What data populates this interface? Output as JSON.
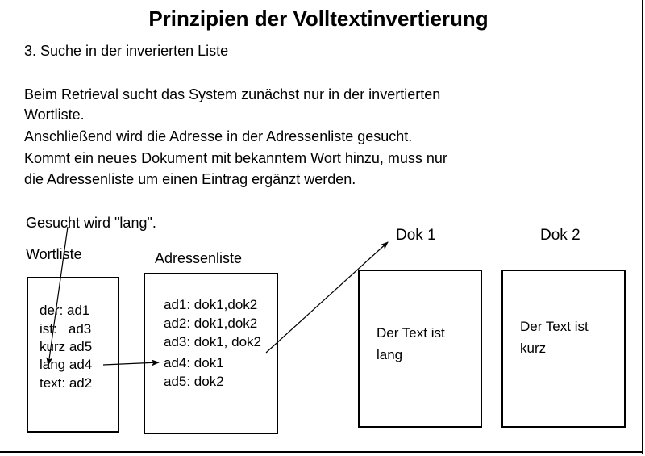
{
  "slide": {
    "title": "Prinzipien der Volltextinvertierung",
    "section_heading": "3. Suche in der inverierten Liste",
    "paragraph_lines": [
      "Beim Retrieval sucht das System zunächst nur in der invertierten",
      "Wortliste.",
      "Anschließend wird die Adresse in der Adressenliste gesucht.",
      "Kommt ein neues Dokument mit bekanntem Wort hinzu, muss nur",
      "die Adressenliste um einen Eintrag ergänzt werden."
    ],
    "query_line": "Gesucht wird \"lang\".",
    "colors": {
      "ink": "#000000",
      "background": "#ffffff"
    }
  },
  "wordlist": {
    "caption": "Wortliste",
    "entries": [
      "der: ad1",
      "ist:   ad3",
      "kurz ad5",
      "lang ad4",
      "text: ad2"
    ]
  },
  "addresslist": {
    "caption": "Adressenliste",
    "entries": [
      "ad1: dok1,dok2",
      "ad2: dok1,dok2",
      "ad3: dok1, dok2",
      "ad4: dok1",
      "ad5: dok2"
    ]
  },
  "documents": [
    {
      "caption": "Dok 1",
      "text_lines": [
        "Der Text ist",
        "lang"
      ]
    },
    {
      "caption": "Dok 2",
      "text_lines": [
        "Der Text ist",
        "kurz"
      ]
    }
  ],
  "arrows": [
    {
      "name": "query-to-wordlist-entry",
      "from": "Gesucht wird \"lang\".",
      "to": "lang ad4"
    },
    {
      "name": "wordlist-entry-to-address-entry",
      "from": "lang ad4",
      "to": "ad4: dok1"
    },
    {
      "name": "address-entry-to-dok1",
      "from": "ad4: dok1",
      "to": "Dok 1"
    }
  ]
}
